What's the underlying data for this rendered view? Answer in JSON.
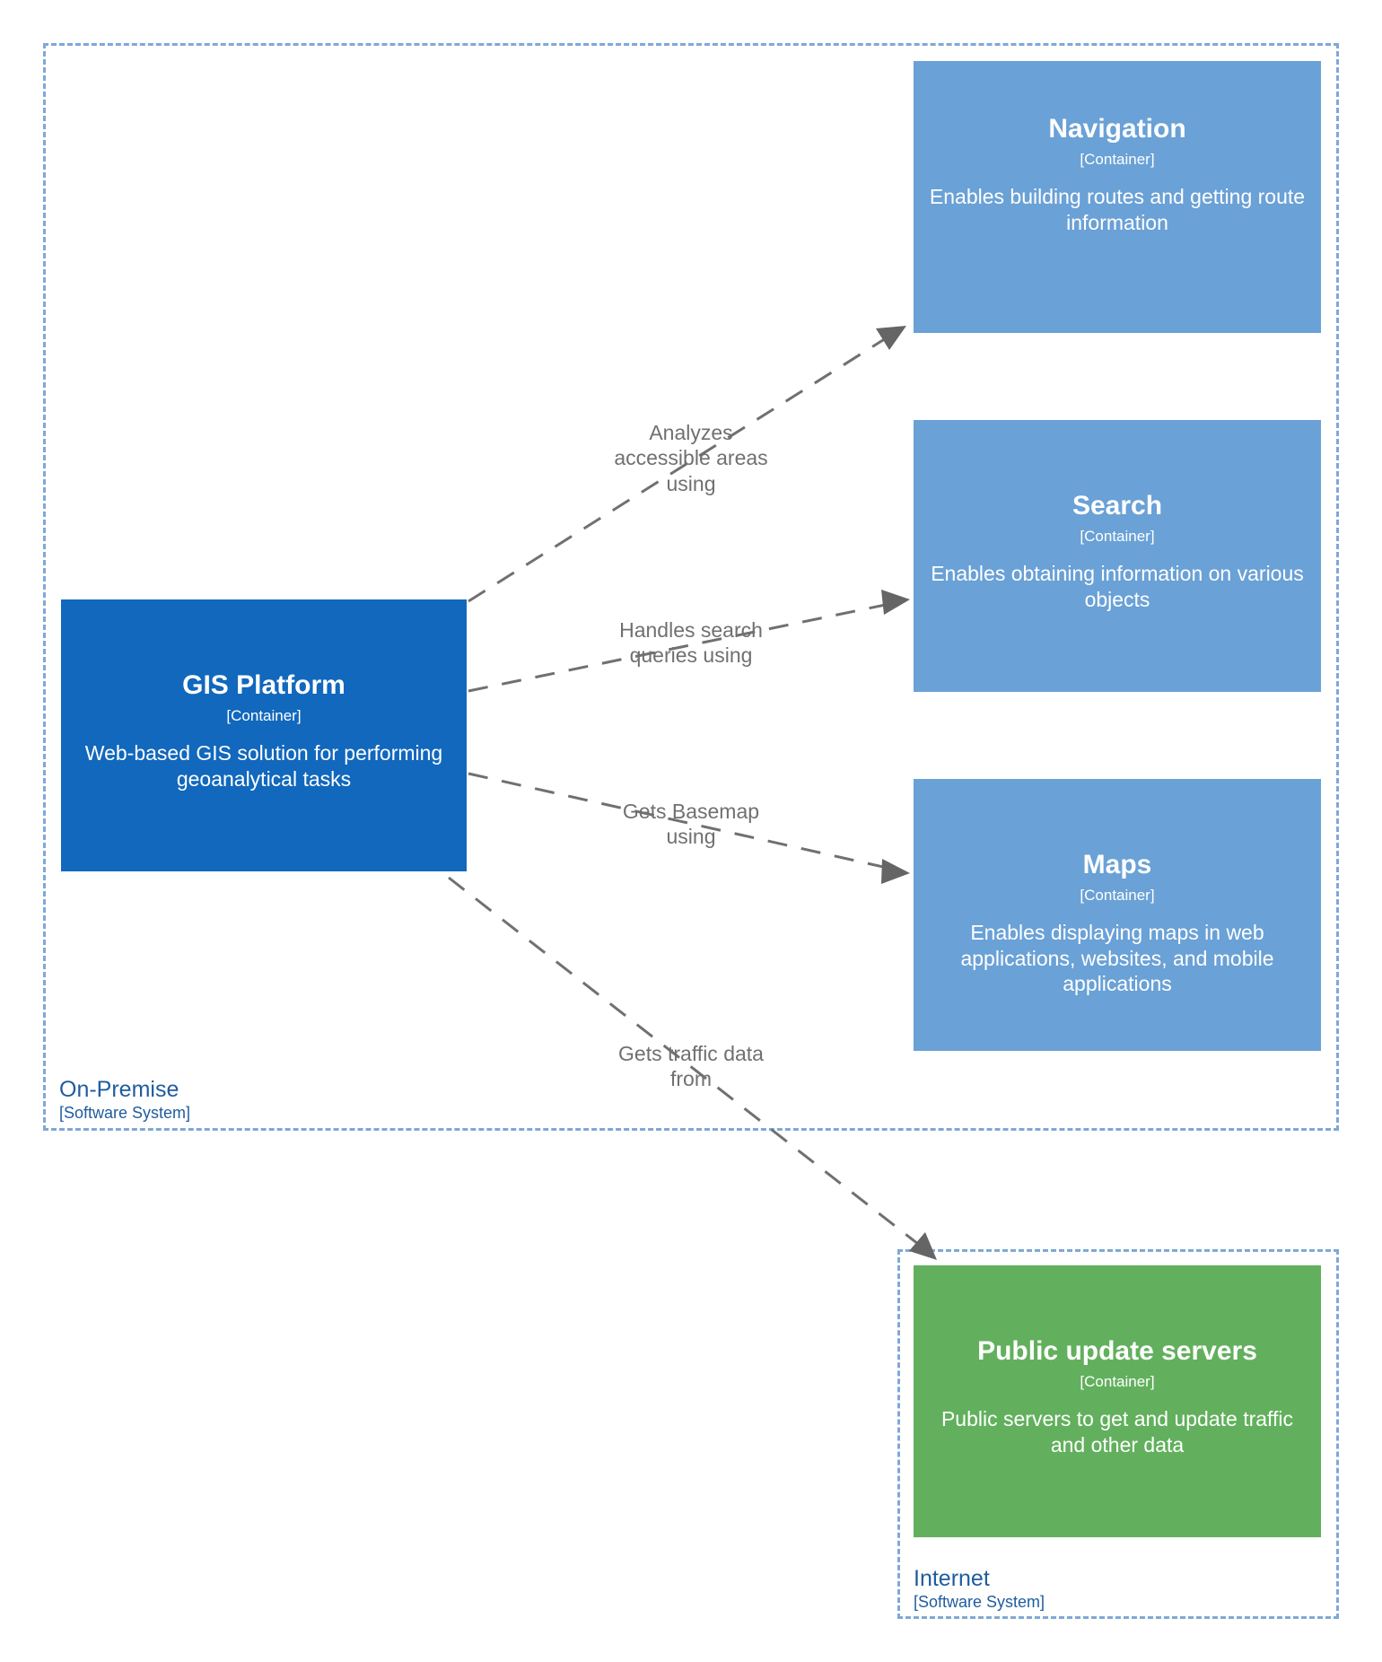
{
  "diagram": {
    "type": "c4-container-diagram",
    "palette": {
      "primary_box": "#1168BD",
      "container_box": "#6AA1D6",
      "external_box": "#62B05D",
      "boundary_line": "#7FA9D4",
      "boundary_text": "#1F5C9E",
      "relationship_line": "#707070",
      "relationship_text": "#707070",
      "box_text": "#FFFFFF",
      "background": "#FFFFFF"
    },
    "boundaries": [
      {
        "id": "on-premise",
        "name": "On-Premise",
        "type": "[Software System]"
      },
      {
        "id": "internet",
        "name": "Internet",
        "type": "[Software System]"
      }
    ],
    "nodes": [
      {
        "id": "gis-platform",
        "name": "GIS Platform",
        "type": "[Container]",
        "description": "Web-based GIS solution for performing geoanalytical tasks",
        "boundary": "on-premise",
        "style": "is-primary"
      },
      {
        "id": "navigation",
        "name": "Navigation",
        "type": "[Container]",
        "description": "Enables building routes and getting route information",
        "boundary": "on-premise",
        "style": "is-container"
      },
      {
        "id": "search",
        "name": "Search",
        "type": "[Container]",
        "description": "Enables obtaining information on various objects",
        "boundary": "on-premise",
        "style": "is-container"
      },
      {
        "id": "maps",
        "name": "Maps",
        "type": "[Container]",
        "description": "Enables displaying maps in web applications, websites, and mobile applications",
        "boundary": "on-premise",
        "style": "is-container"
      },
      {
        "id": "public-update-servers",
        "name": "Public update servers",
        "type": "[Container]",
        "description": "Public servers to get and update traffic and other data",
        "boundary": "internet",
        "style": "is-external"
      }
    ],
    "relationships": [
      {
        "id": "r1",
        "from": "gis-platform",
        "to": "navigation",
        "label": "Analyzes\naccessible areas\nusing"
      },
      {
        "id": "r2",
        "from": "gis-platform",
        "to": "search",
        "label": "Handles search\nqueries using"
      },
      {
        "id": "r3",
        "from": "gis-platform",
        "to": "maps",
        "label": "Gets Basemap\nusing"
      },
      {
        "id": "r4",
        "from": "gis-platform",
        "to": "public-update-servers",
        "label": "Gets traffic data\nfrom"
      }
    ]
  }
}
